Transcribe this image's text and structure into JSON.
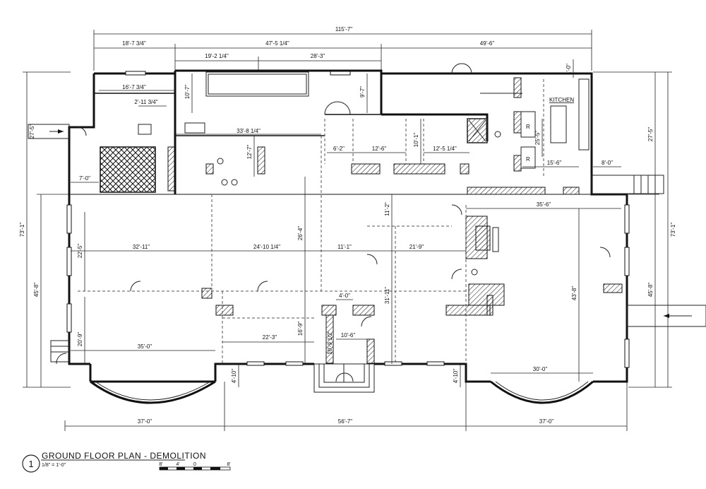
{
  "title": {
    "number": "1",
    "name": "GROUND FLOOR PLAN - DEMOLITION",
    "scale": "1/8\" = 1'-0\""
  },
  "scale_bar": {
    "labels": [
      "8'",
      "4'",
      "0",
      "8'"
    ]
  },
  "rooms": {
    "kitchen": "KITCHEN"
  },
  "fixtures": {
    "range_1": "R",
    "range_2": "R"
  },
  "dimensions": {
    "overall_width": "115'-7\"",
    "top_left": "18'-7 3/4\"",
    "top_middle": "47'-5 1/4\"",
    "top_right": "49'-6\"",
    "top_19": "19'-2 1/4\"",
    "top_28": "28'-3\"",
    "vert_10_7": "10'-7\"",
    "vert_9_7": "9'-7\"",
    "vert_1_0": "1'-0\"",
    "room_16": "16'-7 3/4\"",
    "room_2_11": "2'-11 3/4\"",
    "room_33": "33'-8 1/4\"",
    "room_12_7": "12'-7\"",
    "room_6_2": "6'-2\"",
    "room_12_6": "12'-6\"",
    "room_12_5": "12'-5 1/4\"",
    "room_10_1": "10'-1\"",
    "kitchen_25": "25'-5\"",
    "kitchen_15": "15'-6\"",
    "left_27": "27'-5\"",
    "left_7": "7'-0\"",
    "right_8": "8'-0\"",
    "right_27": "27'-5\"",
    "left_73": "73'-1\"",
    "right_73": "73'-1\"",
    "left_45": "45'-8\"",
    "right_45": "45'-8\"",
    "left_22": "22'-5\"",
    "hall_32": "32'-11\"",
    "hall_24": "24'-10 1/4\"",
    "hall_26": "26'-4\"",
    "hall_11_1": "11'-1\"",
    "hall_11_2": "11'-2\"",
    "hall_21": "21'-9\"",
    "right_35_6": "35'-6\"",
    "right_43": "43'-8\"",
    "center_31": "31'-11\"",
    "center_4": "4'-0\"",
    "center_10_6": "10'-6\"",
    "center_10_9": "10'-9 1/2\"",
    "center_16": "16'-9\"",
    "center_22": "22'-3\"",
    "left_20": "20'-9\"",
    "left_35": "35'-0\"",
    "right_30": "30'-0\"",
    "bay_left": "4'-10\"",
    "bay_right": "4'-10\"",
    "bottom_left": "37'-0\"",
    "bottom_middle": "56'-7\"",
    "bottom_right": "37'-0\""
  }
}
